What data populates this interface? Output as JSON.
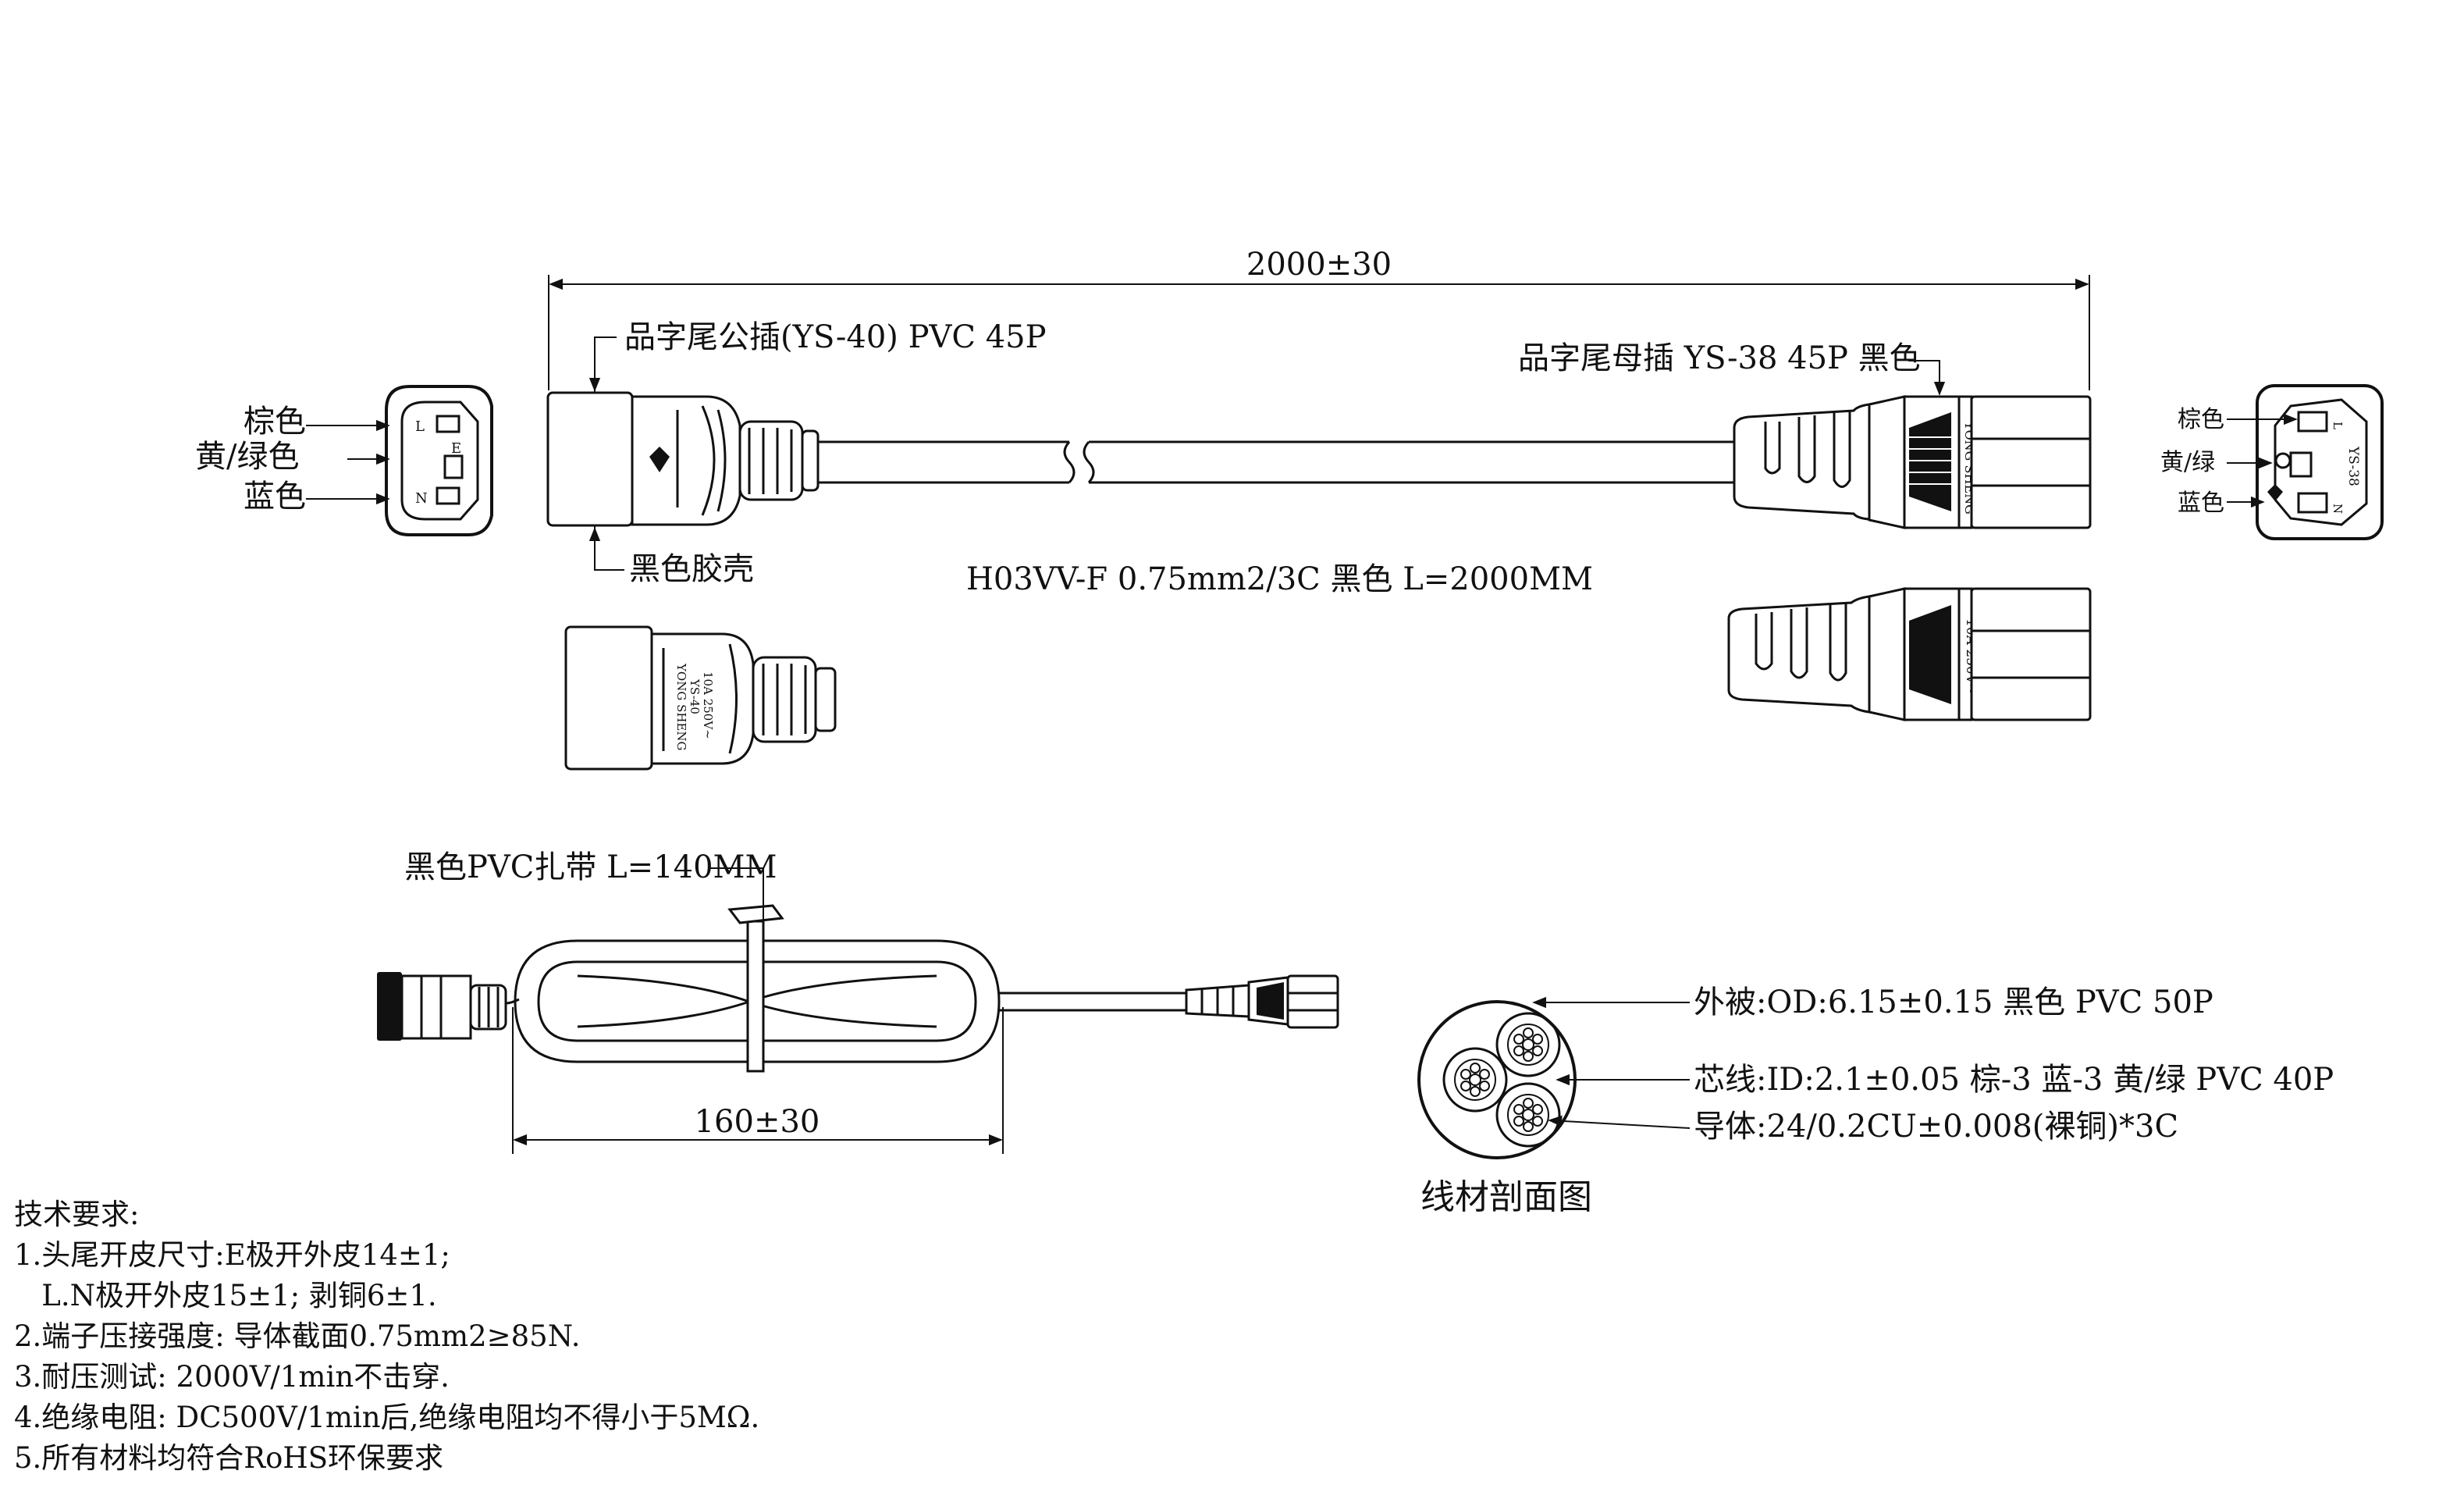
{
  "dimensions": {
    "overall_length": "2000±30",
    "bundle_length": "160±30"
  },
  "labels": {
    "left_plug_spec": "品字尾公插(YS-40) PVC 45P",
    "left_housing": "黑色胶壳",
    "right_plug_spec": "品字尾母插 YS-38 45P 黑色",
    "cable_spec": "H03VV-F 0.75mm2/3C 黑色 L=2000MM",
    "tie_spec": "黑色PVC扎带 L=140MM",
    "section_title": "线材剖面图"
  },
  "wire_colors_left": {
    "brown": "棕色",
    "yellow_green": "黄/绿色",
    "blue": "蓝色"
  },
  "wire_colors_right": {
    "brown": "棕色",
    "yellow_green": "黄/绿",
    "blue": "蓝色"
  },
  "pin_letters": {
    "l": "L",
    "e": "E",
    "n": "N"
  },
  "plug_marks": {
    "right_face_model": "YS-38",
    "right_top_brand": "YONG SHENG",
    "right_bottom_rating": "10A 250V~",
    "left_bottom_brand": "YONG SHENG",
    "left_bottom_model": "YS-40",
    "left_bottom_rating": "10A 250V~"
  },
  "cross_section": {
    "outer": "外被:OD:6.15±0.15 黑色 PVC 50P",
    "core": "芯线:ID:2.1±0.05 棕-3 蓝-3 黄/绿 PVC 40P",
    "conductor": "导体:24/0.2CU±0.008(裸铜)*3C"
  },
  "tech_requirements": {
    "title": "技术要求:",
    "items": [
      "1.头尾开皮尺寸:E极开外皮14±1;",
      "   L.N极开外皮15±1; 剥铜6±1.",
      "2.端子压接强度: 导体截面0.75mm2≥85N.",
      "3.耐压测试: 2000V/1min不击穿.",
      "4.绝缘电阻: DC500V/1min后,绝缘电阻均不得小于5MΩ.",
      "5.所有材料均符合RoHS环保要求"
    ]
  }
}
